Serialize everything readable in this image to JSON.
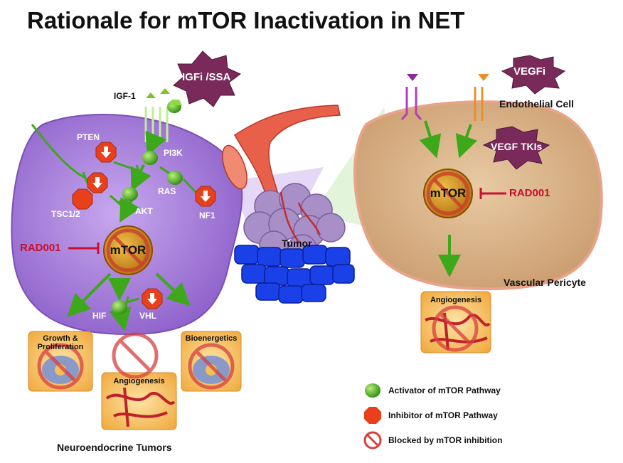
{
  "title": "Rationale for mTOR Inactivation in NET",
  "left_cell": {
    "labels": {
      "igf1": "IGF-1",
      "pten": "PTEN",
      "pi3k": "PI3K",
      "tsc": "TSC1/2",
      "akt": "AKT",
      "ras": "RAS",
      "nf1": "NF1",
      "hif": "HIF",
      "vhl": "VHL",
      "mtor": "mTOR",
      "rad001": "RAD001"
    },
    "caption": "Neuroendocrine Tumors"
  },
  "drugs": {
    "igfi_ssa": "IGFi /SSA",
    "vegfi": "VEGFi",
    "vegf_tkis": "VEGF TKIs"
  },
  "tumor_label": "Tumor",
  "right_cell": {
    "endothelial": "Endothelial Cell",
    "pericyte": "Vascular Pericyte",
    "mtor": "mTOR",
    "rad001": "RAD001"
  },
  "outcomes": {
    "growth": "Growth & Proliferation",
    "bioenergetics": "Bioenergetics",
    "angiogenesis_left": "Angiogenesis",
    "angiogenesis_right": "Angiogenesis"
  },
  "legend": {
    "activator": "Activator of  mTOR Pathway",
    "inhibitor": "Inhibitor of  mTOR Pathway",
    "blocked": "Blocked by  mTOR inhibition"
  },
  "colors": {
    "left_cell": "#9b6fd0",
    "right_cell": "#d8b48a",
    "activator": "#4caf1e",
    "inhibitor": "#e8401a",
    "burst": "#7a2a5a",
    "rad001": "#c8102e"
  }
}
